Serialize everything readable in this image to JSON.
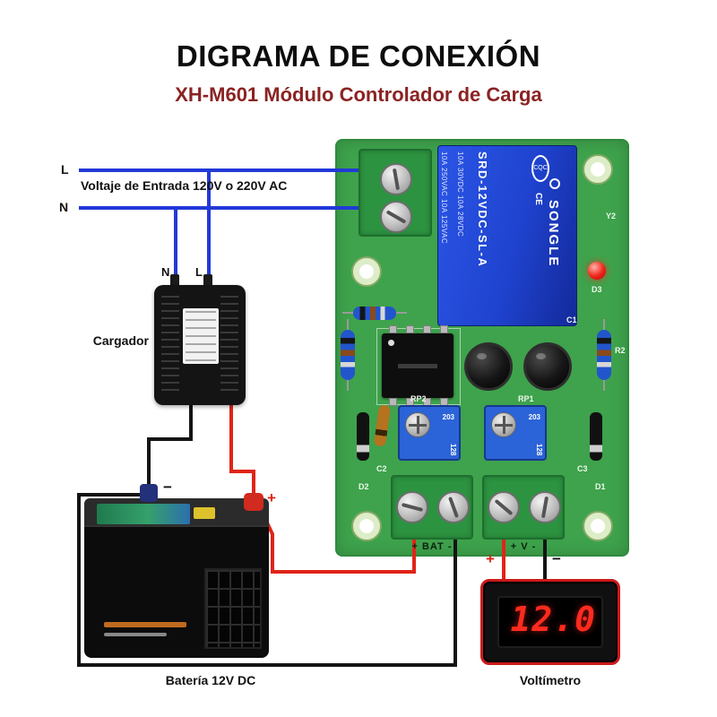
{
  "colors": {
    "wire_blue": "#2239d8",
    "wire_red": "#e02418",
    "wire_black": "#141414",
    "pcb_green": "#3ea34c",
    "relay_blue": "#1f43cf",
    "trimpot_blue": "#2b63d8",
    "resistor_blue": "#2255cc",
    "display_red": "#ff2a1e",
    "subtitle_red": "#8b2323"
  },
  "header": {
    "title": "DIGRAMA DE CONEXIÓN",
    "subtitle": "XH-M601 Módulo Controlador de Carga"
  },
  "ac_input": {
    "live_label": "L",
    "neutral_label": "N",
    "caption": "Voltaje de Entrada 120V o 220V AC"
  },
  "charger": {
    "name": "Cargador",
    "neutral_label": "N",
    "live_label": "L"
  },
  "battery": {
    "name": "Batería 12V DC",
    "neg_label": "−",
    "pos_label": "+"
  },
  "module": {
    "relay": {
      "brand": "SONGLE",
      "model": "SRD-12VDC-SL-A",
      "ratings_col1": "10A 250VAC  10A 125VAC",
      "ratings_col2": "10A 30VDC  10A 28VDC",
      "cert1": "CQC",
      "cert2": "CE"
    },
    "silkscreen": {
      "y2": "Y2",
      "d3": "D3",
      "r2": "R2",
      "c1": "C1",
      "rp1": "RP1",
      "rp2": "RP2",
      "c2": "C2",
      "d2": "D2",
      "c3": "C3",
      "d1": "D1",
      "bat_terminal": "+ BAT -",
      "v_terminal": "+ V -"
    },
    "trimpot": {
      "code": "203",
      "side_code": "128"
    }
  },
  "output": {
    "pos_label": "+",
    "neg_label": "−"
  },
  "voltmeter": {
    "name": "Voltímetro",
    "reading": "12.0"
  }
}
